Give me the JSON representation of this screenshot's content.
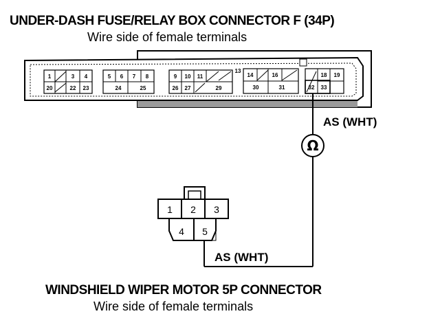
{
  "connector_f": {
    "title": "UNDER-DASH FUSE/RELAY BOX CONNECTOR F (34P)",
    "subtitle": "Wire side of female terminals",
    "terminals": [
      "1",
      "3",
      "4",
      "5",
      "6",
      "7",
      "8",
      "9",
      "10",
      "11",
      "13",
      "14",
      "16",
      "18",
      "19",
      "20",
      "22",
      "23",
      "24",
      "25",
      "26",
      "27",
      "29",
      "30",
      "31",
      "32",
      "33"
    ]
  },
  "wire": {
    "label_upper": "AS (WHT)",
    "label_lower": "AS (WHT)",
    "meter_symbol": "Ω"
  },
  "motor_connector": {
    "title": "WINDSHIELD WIPER MOTOR 5P CONNECTOR",
    "subtitle": "Wire side of female terminals",
    "terminals": [
      "1",
      "2",
      "3",
      "4",
      "5"
    ]
  }
}
